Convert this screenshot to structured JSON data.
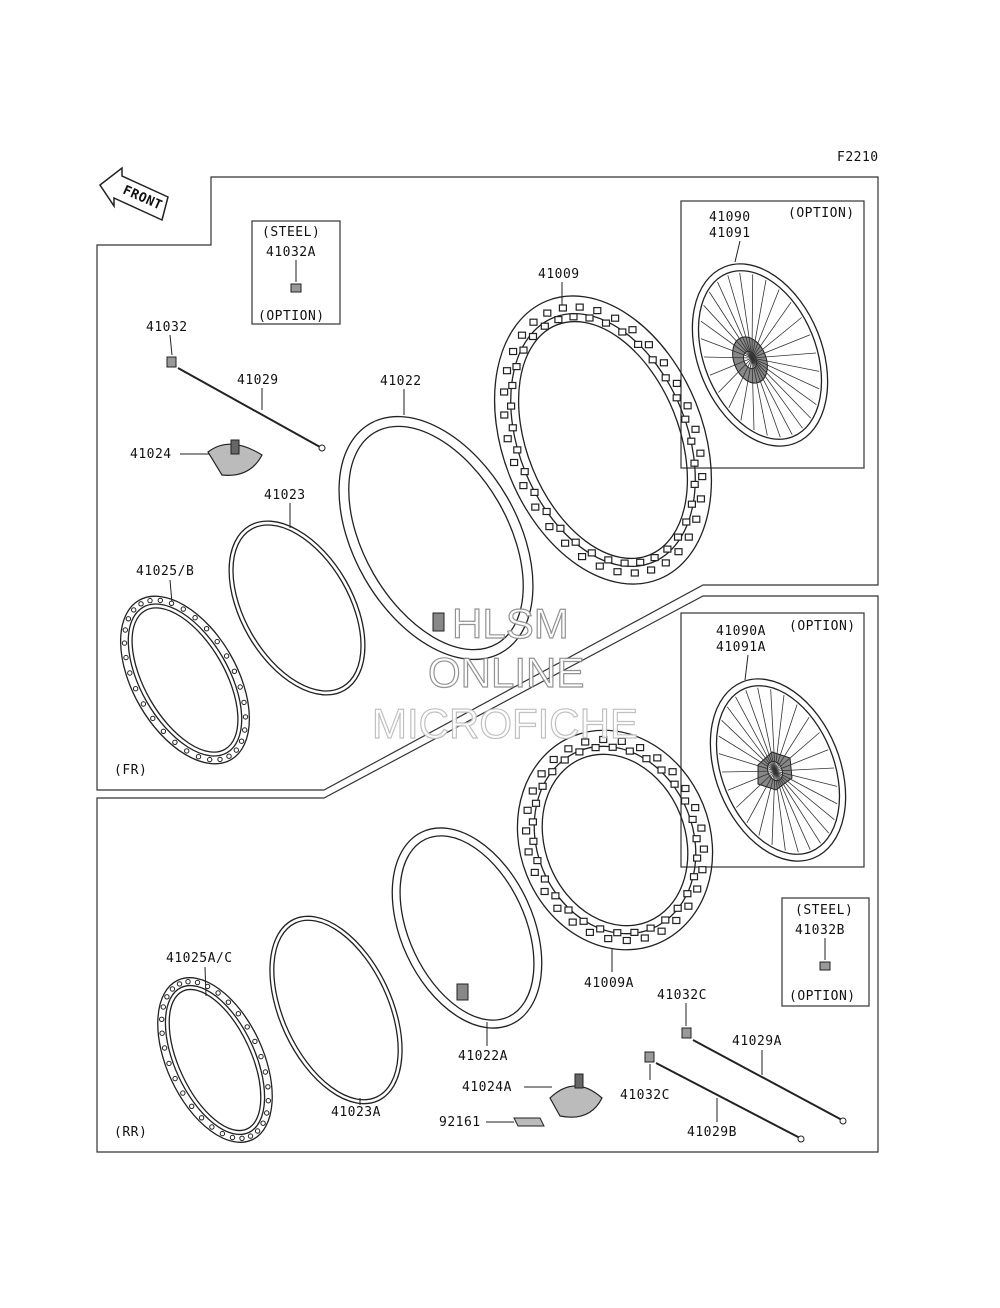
{
  "sheet_code": "F2210",
  "front_arrow_label": "FRONT",
  "sections": {
    "front": "(FR)",
    "rear": "(RR)"
  },
  "boxes": {
    "steel_front": {
      "top": "(STEEL)",
      "part": "41032A",
      "bottom": "(OPTION)"
    },
    "wheel_front": {
      "part1": "41090",
      "part2": "41091",
      "note": "(OPTION)"
    },
    "wheel_rear": {
      "part1": "41090A",
      "part2": "41091A",
      "note": "(OPTION)"
    },
    "steel_rear": {
      "top": "(STEEL)",
      "part": "41032B",
      "bottom": "(OPTION)"
    }
  },
  "front_parts": {
    "p41032": "41032",
    "p41029": "41029",
    "p41024": "41024",
    "p41023": "41023",
    "p41025": "41025/B",
    "p41022": "41022",
    "p41009": "41009"
  },
  "rear_parts": {
    "p41009A": "41009A",
    "p41032C_a": "41032C",
    "p41029A": "41029A",
    "p41032C_b": "41032C",
    "p41029B": "41029B",
    "p41025AC": "41025A/C",
    "p41023A": "41023A",
    "p41022A": "41022A",
    "p41024A": "41024A",
    "p92161": "92161"
  },
  "watermark": {
    "line1": "HLSM",
    "line2": "ONLINE",
    "line3": "MICROFICHE"
  }
}
